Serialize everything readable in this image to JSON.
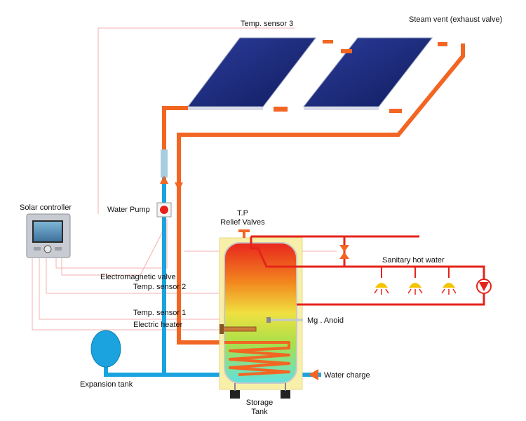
{
  "labels": {
    "temp_sensor_3": "Temp. sensor 3",
    "steam_vent": "Steam vent (exhaust valve)",
    "solar_controller": "Solar controller",
    "water_pump": "Water Pump",
    "tp_relief_line1": "T.P",
    "tp_relief_line2": "Relief Valves",
    "sanitary_hot_water": "Sanitary hot water",
    "electromagnetic_valve": "Electromagnetic valve",
    "temp_sensor_2": "Temp. sensor 2",
    "temp_sensor_1": "Temp. sensor 1",
    "electric_heater": "Electric heater",
    "mg_anoid": "Mg . Anoid",
    "water_charge": "Water charge",
    "expansion_tank": "Expansion tank",
    "storage_tank_line1": "Storage",
    "storage_tank_line2": "Tank"
  },
  "colors": {
    "hot_pipe": "#f26522",
    "cold_pipe": "#1aa3de",
    "sanitary_pipe": "#e5231b",
    "panel": "#1a2a7a",
    "tank_hot": "#e8261e",
    "tank_mid": "#f0e040",
    "tank_cold": "#5fe0e0",
    "enclosure": "#f8f0a8",
    "sensor_wire": "#f3b0b0",
    "lamp": "#f4c400"
  }
}
